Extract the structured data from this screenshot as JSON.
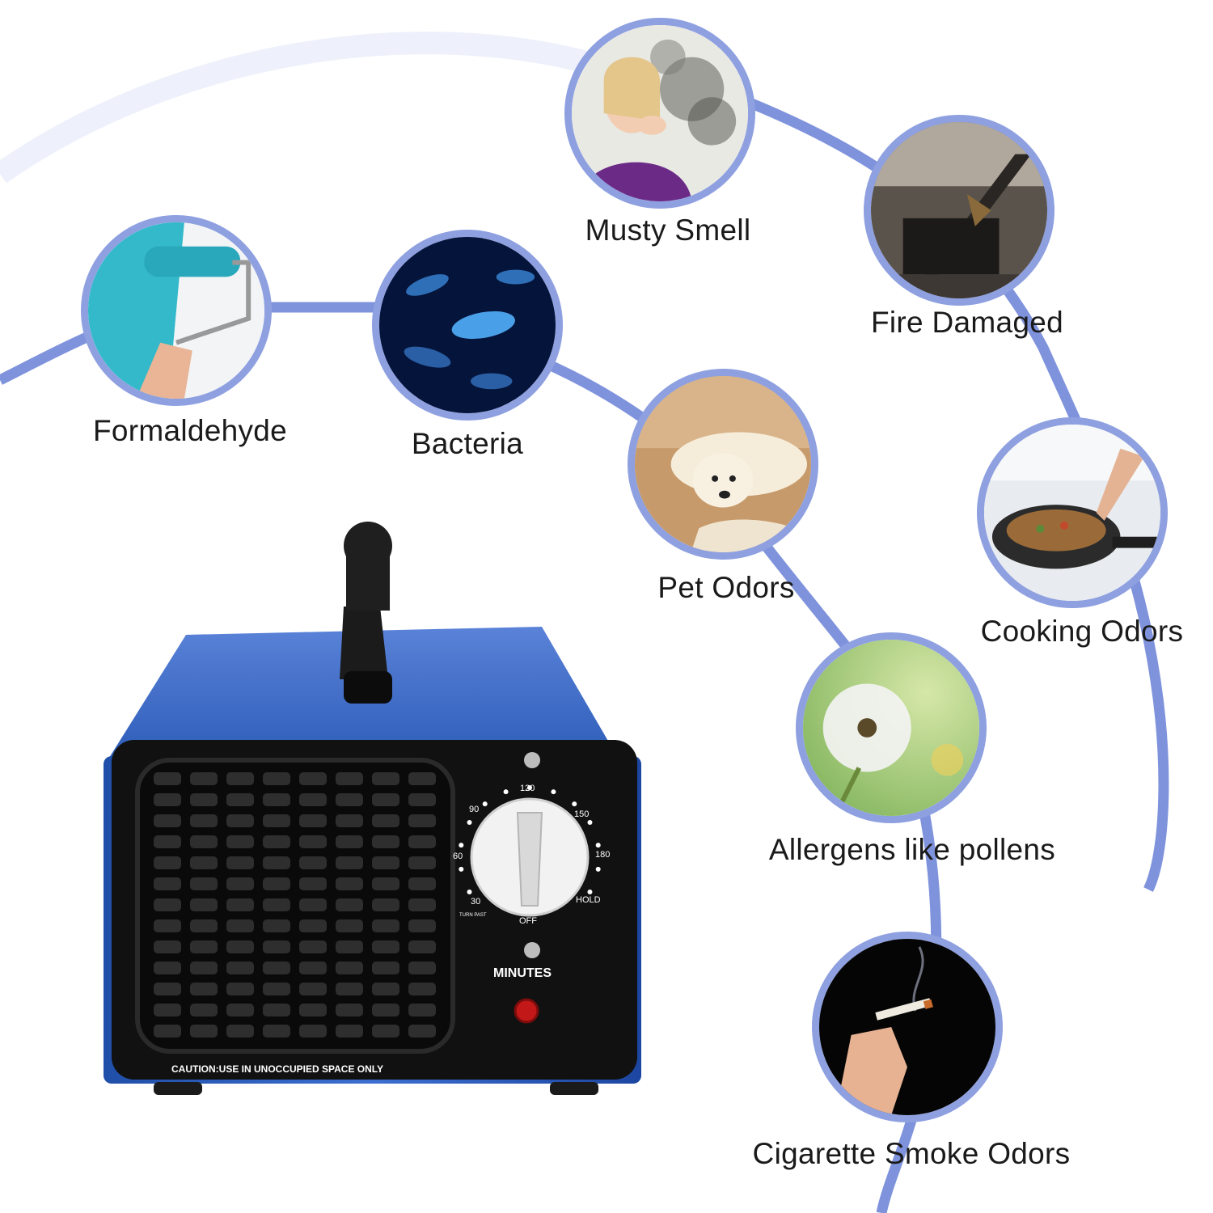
{
  "colors": {
    "accent": "#7f93dc",
    "device_body": "#2f5fb8",
    "panel": "#101010"
  },
  "captions": {
    "musty": "Musty Smell",
    "fire": "Fire Damaged",
    "formaldehyde": "Formaldehyde",
    "bacteria": "Bacteria",
    "pet": "Pet Odors",
    "cooking": "Cooking Odors",
    "allergens": "Allergens like pollens",
    "cigarette": "Cigarette Smoke Odors"
  },
  "device": {
    "dial_labels": [
      "30",
      "60",
      "90",
      "120",
      "150",
      "180"
    ],
    "dial_hold": "HOLD",
    "dial_off": "OFF",
    "turn_past": "TURN PAST",
    "minutes": "MINUTES",
    "caution": "CAUTION:USE IN UNOCCUPIED SPACE ONLY"
  }
}
